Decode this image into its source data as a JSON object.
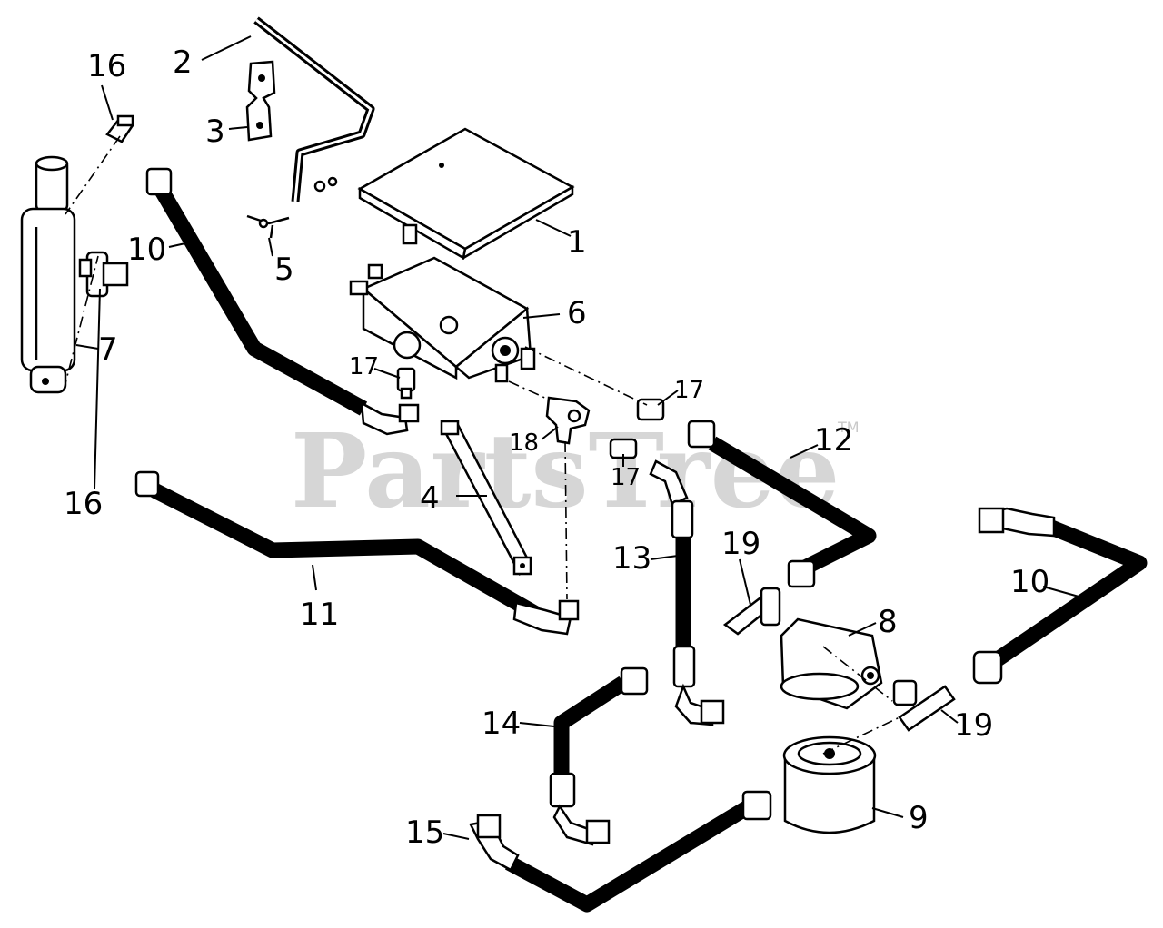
{
  "watermark": {
    "text": "PartsTree",
    "tm": "TM"
  },
  "callouts": {
    "p1": "1",
    "p2": "2",
    "p3": "3",
    "p4": "4",
    "p5": "5",
    "p6": "6",
    "p7": "7",
    "p8": "8",
    "p9": "9",
    "p10a": "10",
    "p10b": "10",
    "p11": "11",
    "p12": "12",
    "p13": "13",
    "p14": "14",
    "p15": "15",
    "p16a": "16",
    "p16b": "16",
    "p17a": "17",
    "p17b": "17",
    "p17c": "17",
    "p18": "18",
    "p19a": "19",
    "p19b": "19"
  }
}
